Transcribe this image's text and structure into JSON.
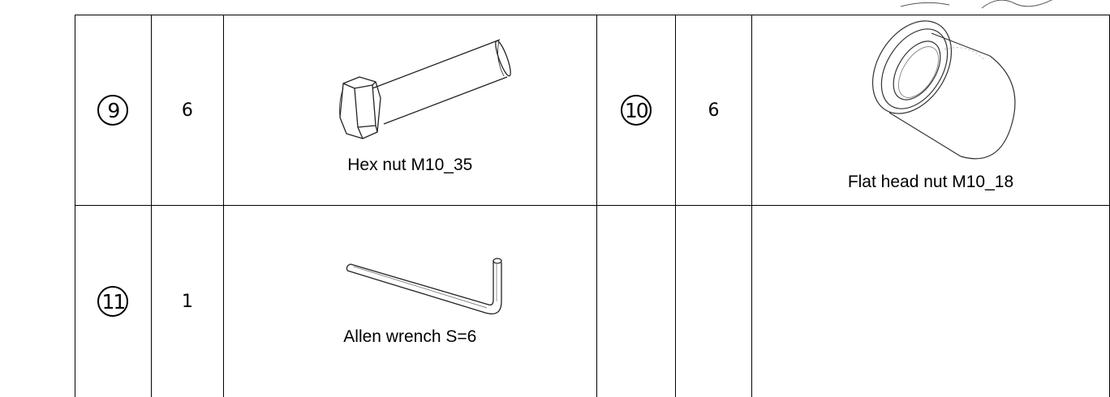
{
  "rows": [
    {
      "left": {
        "index": "9",
        "quantity": "6",
        "part_name": "Hex nut M10_35",
        "illustration": "hex-bolt-icon"
      },
      "right": {
        "index": "10",
        "quantity": "6",
        "part_name": "Flat head nut M10_18",
        "illustration": "flat-head-nut-icon"
      }
    },
    {
      "left": {
        "index": "11",
        "quantity": "1",
        "part_name": "Allen wrench S=6",
        "illustration": "allen-wrench-icon"
      },
      "right": {
        "index": "",
        "quantity": "",
        "part_name": ""
      }
    }
  ]
}
